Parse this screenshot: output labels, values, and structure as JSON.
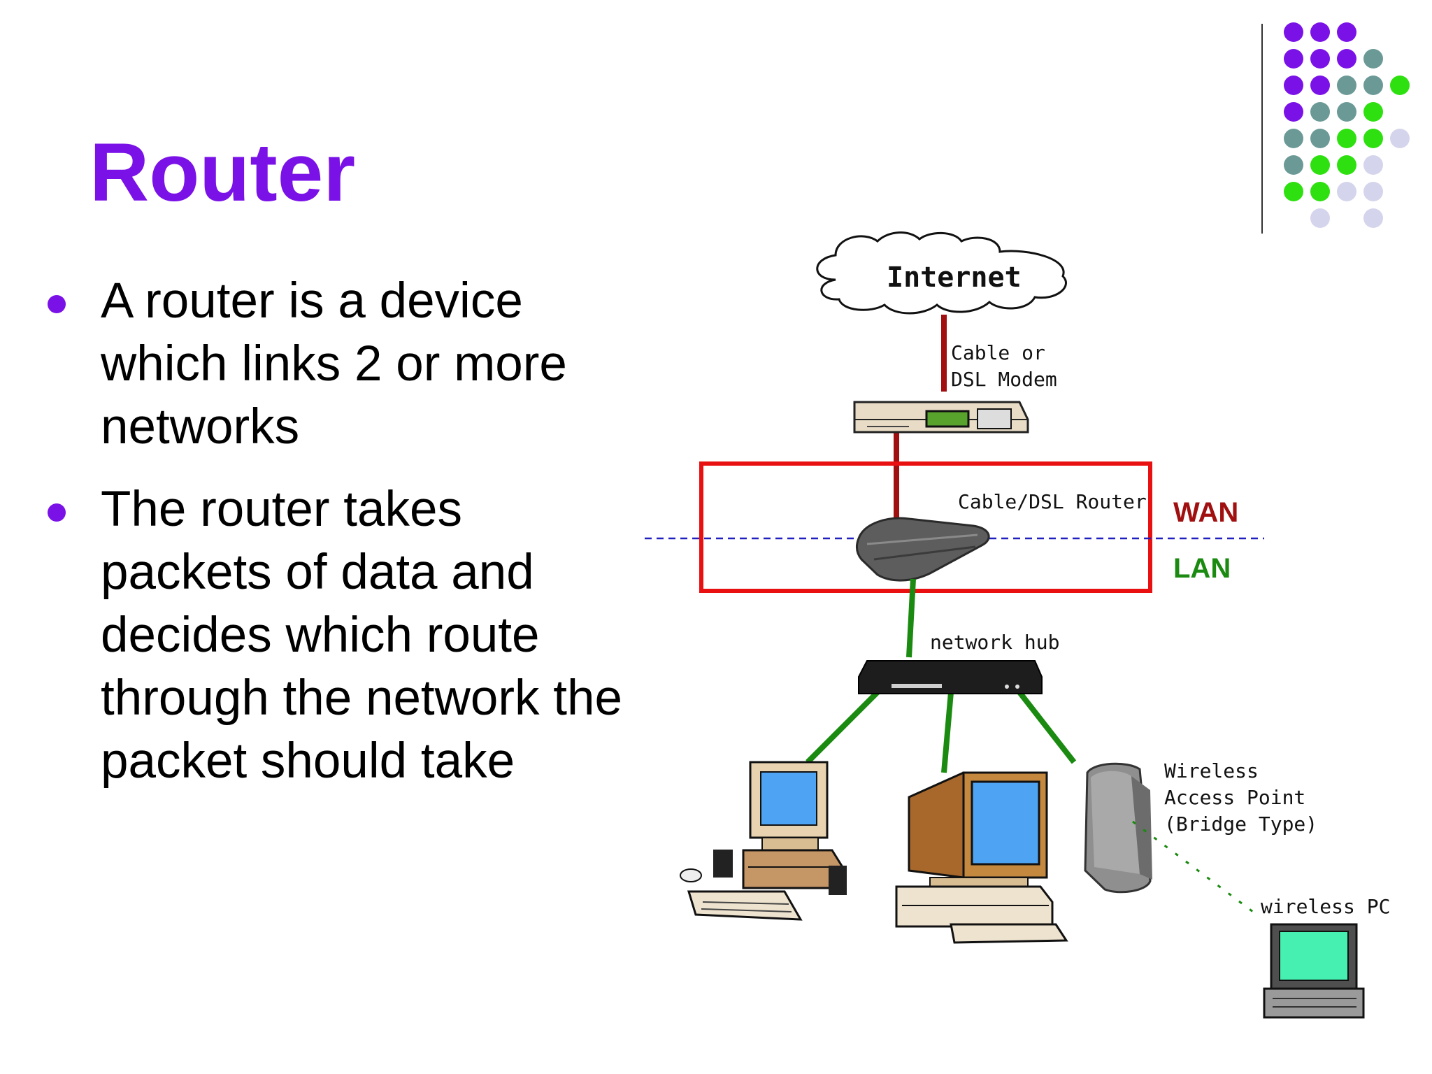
{
  "slide": {
    "title": "Router",
    "bullets": [
      [
        "A router is a device",
        "which links 2 or more",
        "networks"
      ],
      [
        "The router takes",
        "packets of data and",
        "decides which route",
        "through the network the",
        "packet should take"
      ]
    ]
  },
  "diagram": {
    "internet_label": "Internet",
    "modem_label_lines": [
      "Cable or",
      "DSL Modem"
    ],
    "router_label": "Cable/DSL Router",
    "wan_label": "WAN",
    "lan_label": "LAN",
    "hub_label": "network hub",
    "wap_label_lines": [
      "Wireless",
      "Access Point",
      "(Bridge Type)"
    ],
    "wireless_pc_label": "wireless PC"
  },
  "colors": {
    "title": "#7a12e8",
    "bullet": "#7a12e8",
    "wan": "#a01010",
    "lan": "#1a8a10",
    "router_box": "#e81010",
    "divider_line": "#2020c0",
    "dots": [
      "#7a12e8",
      "#6b9a96",
      "#2ee010",
      "#d4d4ec"
    ]
  },
  "icons": [
    "cloud-icon",
    "modem-icon",
    "router-icon",
    "hub-icon",
    "desktop-pc-icon",
    "wireless-access-point-icon",
    "laptop-icon",
    "decorative-dots-icon"
  ]
}
